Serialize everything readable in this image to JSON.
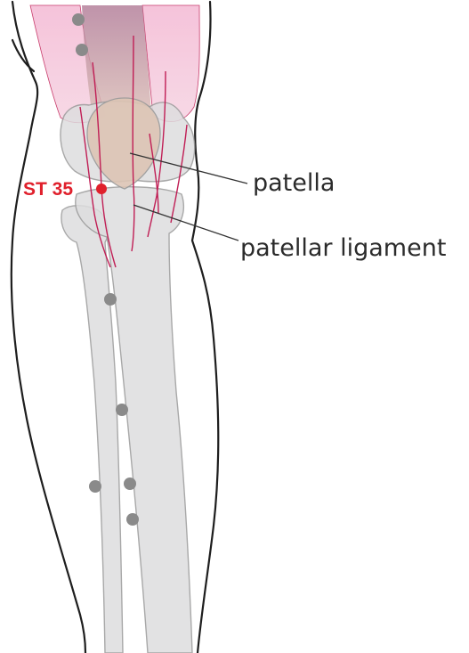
{
  "labels": {
    "point": "ST 35",
    "patella": "patella",
    "ligament": "patellar ligament"
  },
  "colors": {
    "point": "#e0202c",
    "bone_fill": "#dededf",
    "bone_stroke": "#9a9a9a",
    "leg_outline": "#1e1e1e",
    "muscle_pink": "#f0b6cf",
    "muscle_dark": "#b57d9a",
    "vessel": "#c01e55",
    "patella_fill": "#ddc5b5",
    "dot": "#8a8a8a",
    "leader": "#333333"
  },
  "icons": {
    "point_marker": "acupoint-dot"
  }
}
